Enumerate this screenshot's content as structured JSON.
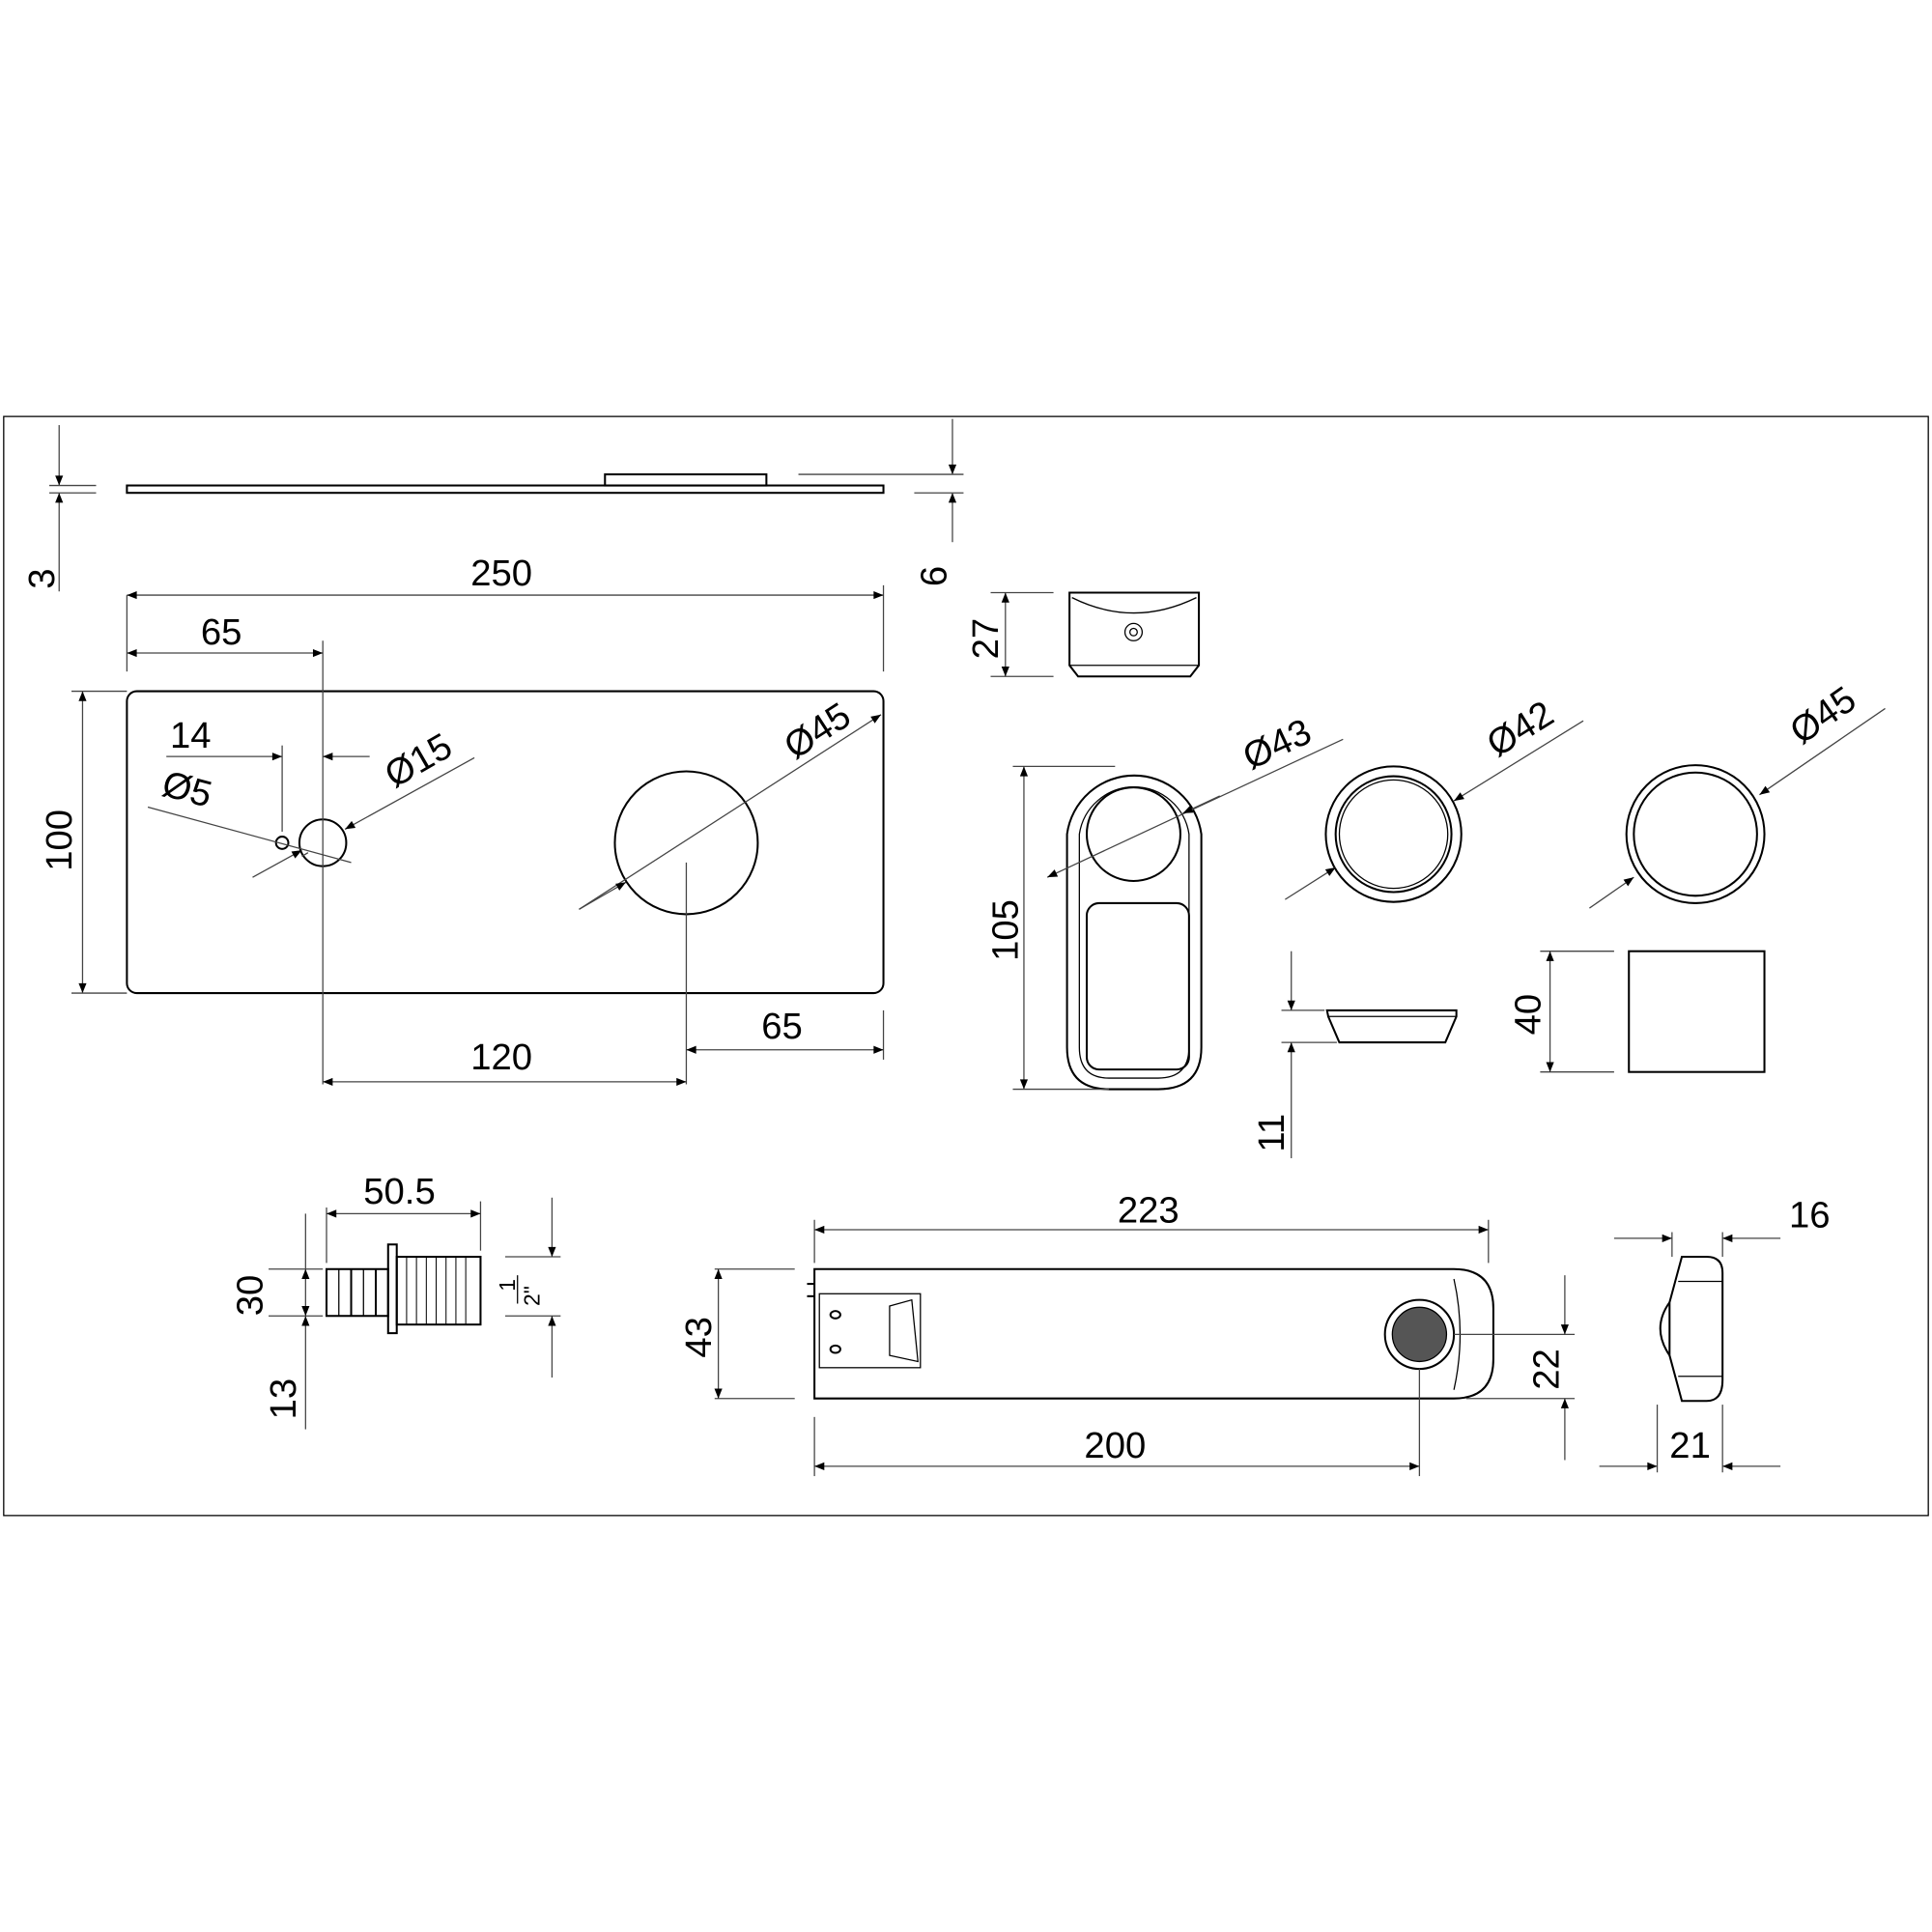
{
  "dimensions": {
    "plate_thickness": "3",
    "total_height": "6",
    "plate_length": "250",
    "hole_offset": "65",
    "plate_width": "100",
    "small_hole_offset": "14",
    "small_hole_dia": "Ø5",
    "hole_dia": "Ø15",
    "large_hole_dia": "Ø45",
    "hole_spacing": "120",
    "large_hole_edge": "65",
    "soap_height": "27",
    "dish_length": "105",
    "dish_ring_dia": "Ø43",
    "ring1_dia": "Ø42",
    "ring2_dia": "Ø45",
    "cup_height": "11",
    "square_size": "40",
    "fitting_length": "50.5",
    "fitting_height": "30",
    "fitting_offset": "13",
    "thread_num": "1",
    "thread_den": "2\"",
    "spout_length": "223",
    "spout_height": "43",
    "spout_outlet": "200",
    "outlet_dia": "22",
    "cap_depth": "16",
    "cap_width": "21"
  }
}
